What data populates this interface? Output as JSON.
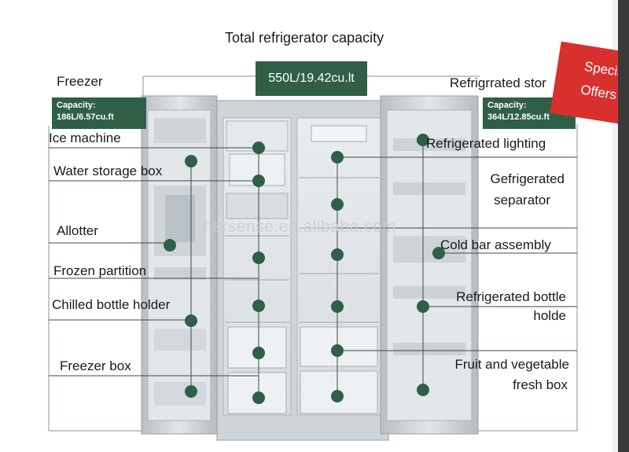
{
  "title": "Total refrigerator capacity",
  "total_capacity": "550L/19.42cu.lt",
  "freezer": {
    "heading": "Freezer",
    "capacity_label": "Capacity:",
    "capacity_value": "186L/6.57cu.ft"
  },
  "refrigerated": {
    "heading": "Refrigrrated stor",
    "capacity_label": "Capacity:",
    "capacity_value": "364L/12.85cu.ft"
  },
  "left_labels": [
    "Ice machine",
    "Water storage box",
    "Allotter",
    "Frozen partition",
    "Chilled bottle  holder",
    "Freezer box"
  ],
  "right_labels": [
    "Refrigerated lighting",
    "Gefrigerated",
    "separator",
    "Cold bar assembly",
    "Refrigerated bottle",
    "holde",
    "Fruit and vegetable",
    "fresh box"
  ],
  "promo": {
    "line1": "Special",
    "line2": "Offers"
  },
  "watermark": "hersense.en.alibaba.com",
  "colors": {
    "label_box": "#2f5f47",
    "marker": "#2f5f47",
    "promo": "#d8302d",
    "fridge_steel": "#c9ced3"
  }
}
